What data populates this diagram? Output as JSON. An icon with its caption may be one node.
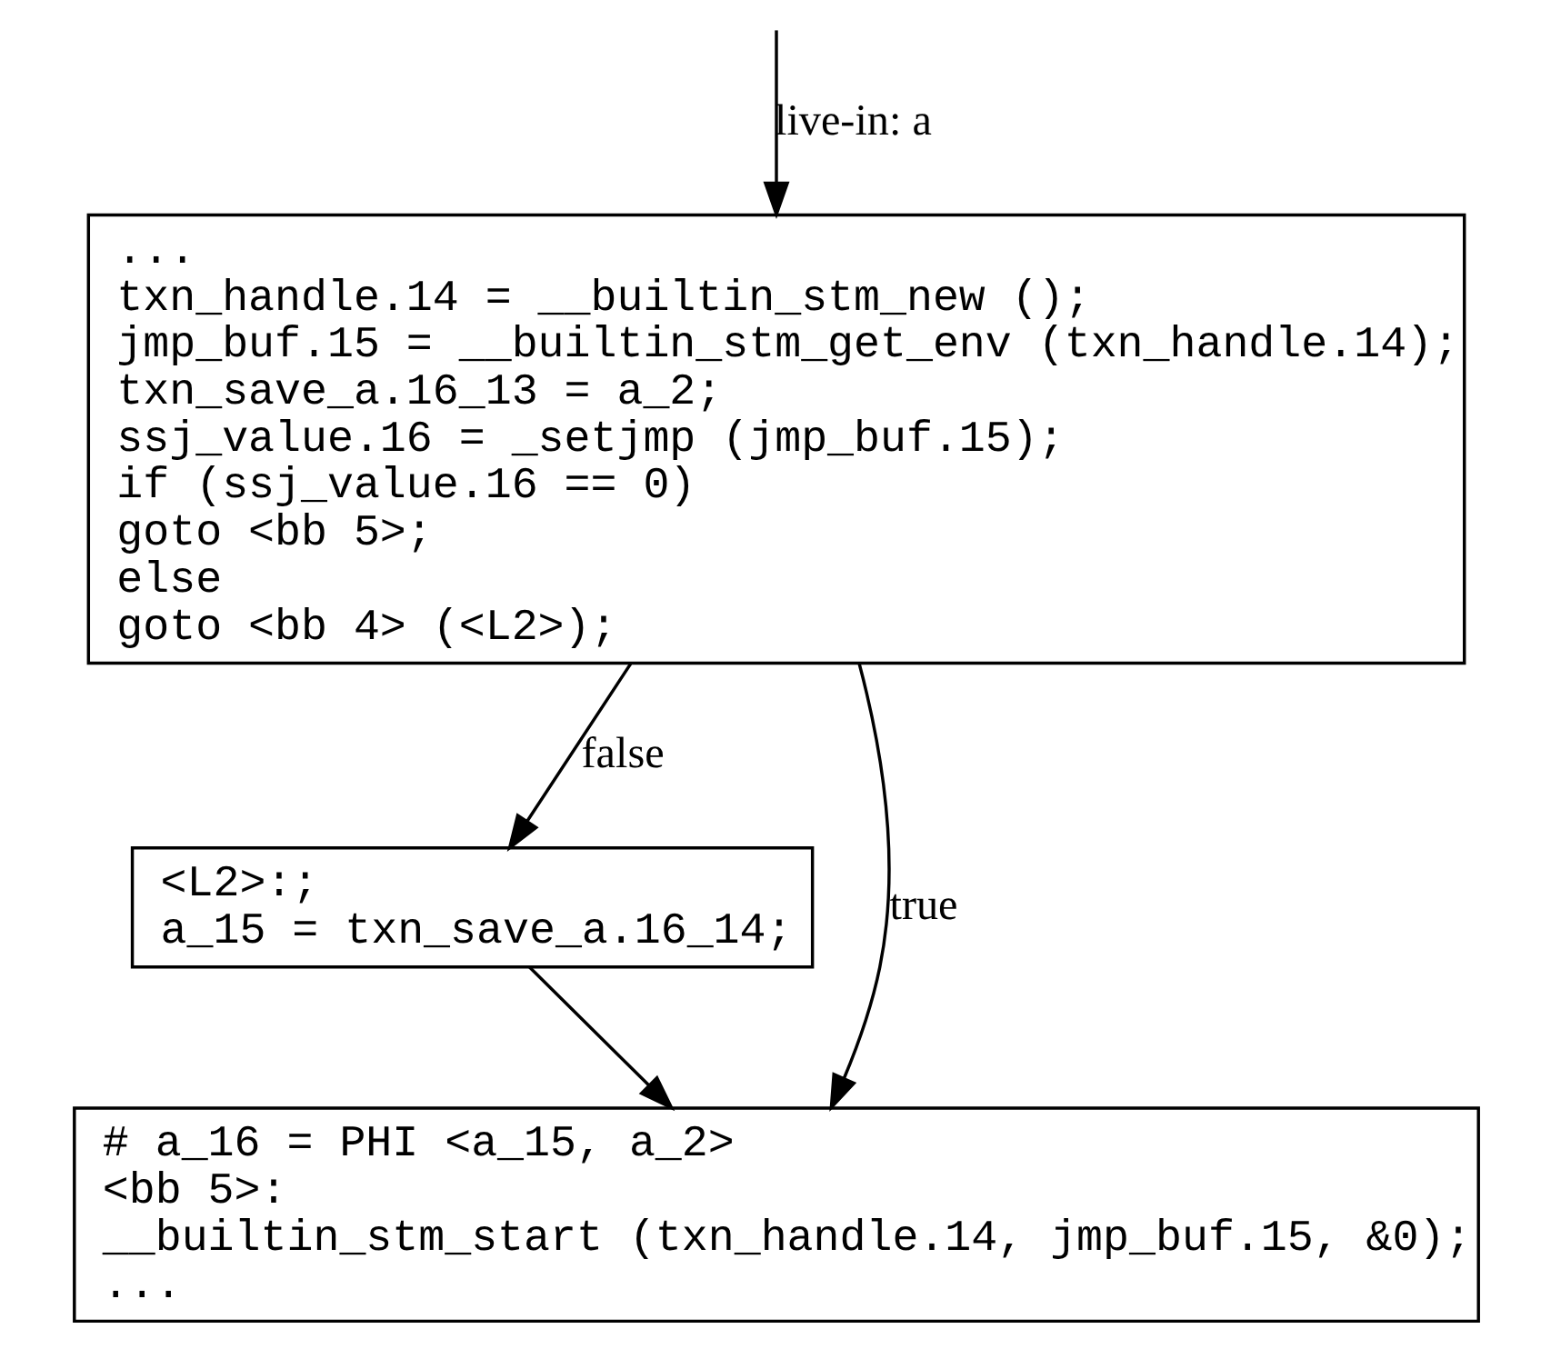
{
  "diagram": {
    "nodes": [
      {
        "text": [
          "...",
          "txn_handle.14 = __builtin_stm_new ();",
          "jmp_buf.15 = __builtin_stm_get_env (txn_handle.14);",
          "txn_save_a.16_13 = a_2;",
          "ssj_value.16 = _setjmp (jmp_buf.15);",
          "if (ssj_value.16 == 0)",
          "goto <bb 5>;",
          "else",
          "goto <bb 4> (<L2>);"
        ]
      },
      {
        "text": [
          "<L2>:;",
          "a_15 = txn_save_a.16_14;"
        ]
      },
      {
        "text": [
          "# a_16 = PHI <a_15, a_2>",
          "<bb 5>:",
          "__builtin_stm_start (txn_handle.14, jmp_buf.15, &0);",
          "..."
        ]
      }
    ],
    "edges": [
      {
        "from": null,
        "to": 0,
        "arrow": "to",
        "label": "live-in: a"
      },
      {
        "from": 0,
        "to": 2,
        "arrow": "to",
        "label": "true"
      },
      {
        "from": 0,
        "to": 1,
        "arrow": "to",
        "label": "false"
      },
      {
        "from": 1,
        "to": 2,
        "arrow": "to"
      }
    ]
  }
}
